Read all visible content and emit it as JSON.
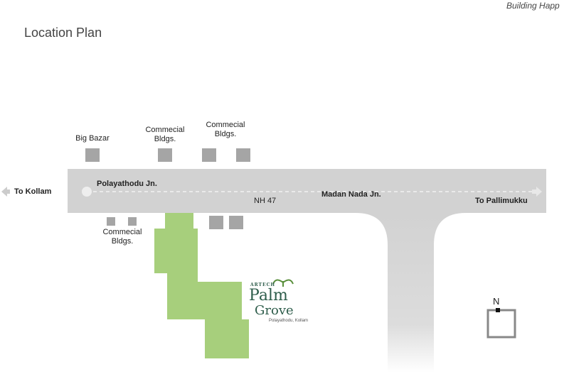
{
  "header": {
    "title": "Location Plan",
    "tagline": "Building Happ"
  },
  "labels": {
    "big_bazar": "Big Bazar",
    "comm1": "Commecial\nBldgs.",
    "comm2": "Commecial\nBldgs.",
    "comm3": "Commecial\nBldgs.",
    "to_kollam": "To Kollam",
    "polayathodu": "Polayathodu Jn.",
    "nh47": "NH 47",
    "madan_nada": "Madan Nada Jn.",
    "to_pallimukku": "To Pallimukku",
    "north": "N"
  },
  "logo": {
    "brand": "ARTECH",
    "line1": "Palm",
    "line2": "Grove",
    "location": "Polayathodu, Kollam"
  },
  "colors": {
    "road": "#d2d2d2",
    "building": "#a5a5a5",
    "site": "#a7cf7c",
    "logo": "#2e5d4b"
  }
}
